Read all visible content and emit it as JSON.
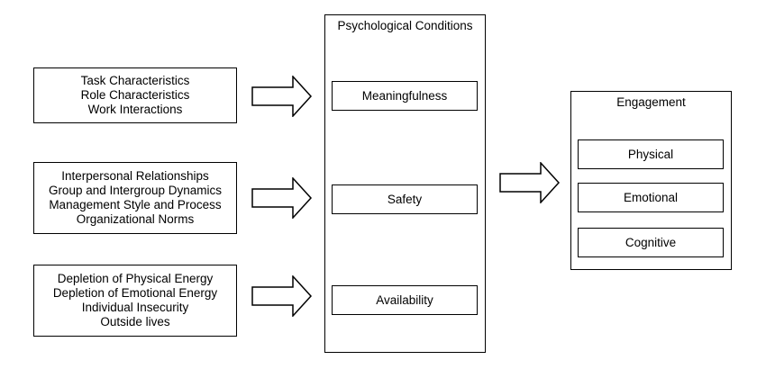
{
  "factors": [
    {
      "id": "meaningfulness-factors",
      "lines": [
        "Task Characteristics",
        "Role Characteristics",
        "Work Interactions"
      ]
    },
    {
      "id": "safety-factors",
      "lines": [
        "Interpersonal Relationships",
        "Group and Intergroup Dynamics",
        "Management Style and Process",
        "Organizational Norms"
      ]
    },
    {
      "id": "availability-factors",
      "lines": [
        "Depletion of Physical Energy",
        "Depletion of Emotional Energy",
        "Individual Insecurity",
        "Outside lives"
      ]
    }
  ],
  "psychological_conditions": {
    "title": "Psychological Conditions",
    "items": [
      "Meaningfulness",
      "Safety",
      "Availability"
    ]
  },
  "engagement": {
    "title": "Engagement",
    "items": [
      "Physical",
      "Emotional",
      "Cognitive"
    ]
  }
}
